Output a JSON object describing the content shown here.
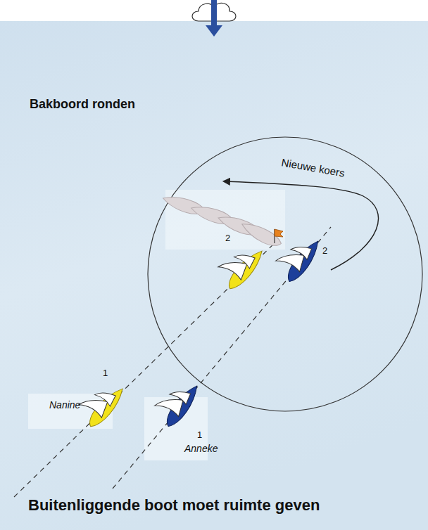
{
  "diagram": {
    "title": "Bakboord ronden",
    "caption": "Buitenliggende boot moet ruimte geven",
    "labels": [
      "Nieuwe koers",
      "2",
      "2",
      "Nanine",
      "1",
      "1",
      "Anneke"
    ]
  }
}
